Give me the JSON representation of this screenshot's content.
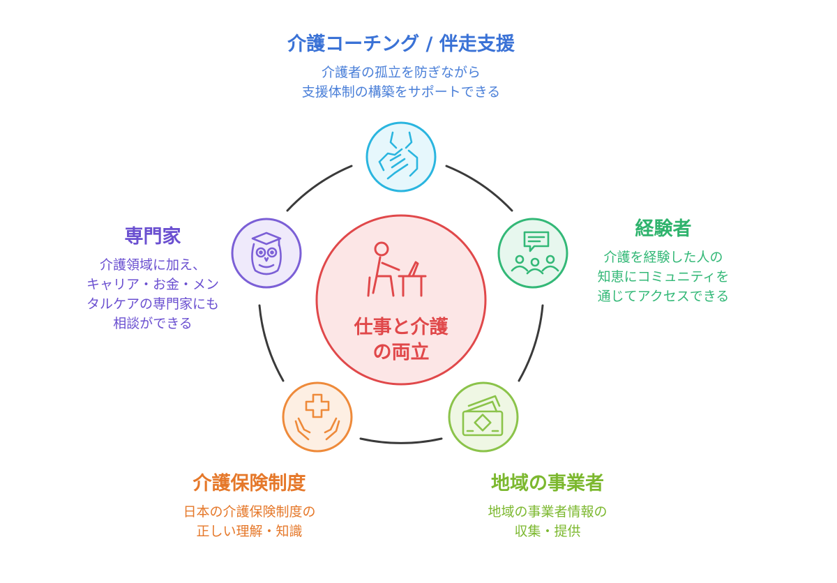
{
  "center": {
    "title_line1": "仕事と介護",
    "title_line2": "の両立",
    "icon": "person-working-at-desk-icon",
    "color": "#e0484a",
    "fill": "#fce6e6"
  },
  "nodes": [
    {
      "id": "coaching",
      "title": "介護コーチング / 伴走支援",
      "desc": [
        "介護者の孤立を防ぎながら",
        "支援体制の構築をサポートできる"
      ],
      "icon": "helping-hands-icon",
      "color": "#2ab5df",
      "title_color": "#3a72d6",
      "desc_color": "#4a7fd8"
    },
    {
      "id": "experienced",
      "title": "経験者",
      "desc": [
        "介護を経験した人の",
        "知恵にコミュニティを",
        "通じてアクセスできる"
      ],
      "icon": "community-chat-icon",
      "color": "#33b877",
      "title_color": "#2fb36d",
      "desc_color": "#33b877"
    },
    {
      "id": "local-business",
      "title": "地域の事業者",
      "desc": [
        "地域の事業者情報の",
        "収集・提供"
      ],
      "icon": "cards-icon",
      "color": "#8bc34a",
      "title_color": "#7cb82f",
      "desc_color": "#7cb82f"
    },
    {
      "id": "insurance",
      "title": "介護保険制度",
      "desc": [
        "日本の介護保険制度の",
        "正しい理解・知識"
      ],
      "icon": "medical-cross-hands-icon",
      "color": "#ee8a3a",
      "title_color": "#e5782a",
      "desc_color": "#e5782a"
    },
    {
      "id": "expert",
      "title": "専門家",
      "desc": [
        "介護領域に加え、",
        "キャリア・お金・メン",
        "タルケアの専門家にも",
        "相談ができる"
      ],
      "icon": "owl-graduate-icon",
      "color": "#7b5fd6",
      "title_color": "#6a4fd0",
      "desc_color": "#6a4fd0"
    }
  ]
}
